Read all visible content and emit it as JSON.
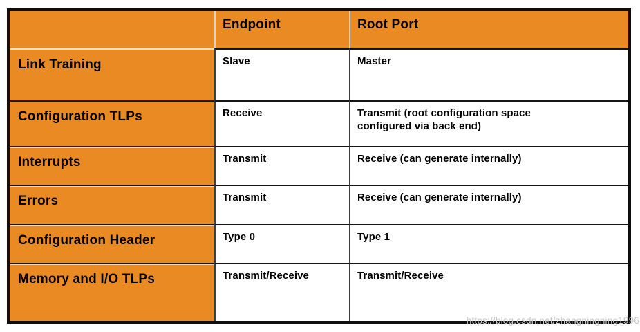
{
  "watermark": "https://blog.csdn.net/zhangningning1996",
  "colors": {
    "accent_orange": "#E98A23",
    "outer_border": "#0e0e0e",
    "body_divider_dark": "#3f3f3f",
    "header_divider_light": "#d8d3cb",
    "header_underline_cream": "#f4e3c3",
    "watermark_gray": "#c9c9c9"
  },
  "table": {
    "columns": [
      {
        "label": ""
      },
      {
        "label": "Endpoint"
      },
      {
        "label": "Root Port"
      }
    ],
    "rows": [
      {
        "label": "Link Training",
        "endpoint": "Slave",
        "root_port": "Master"
      },
      {
        "label": "Configuration TLPs",
        "endpoint": "Receive",
        "root_port": "Transmit (root configuration space configured via back end)"
      },
      {
        "label": "Interrupts",
        "endpoint": "Transmit",
        "root_port": "Receive (can generate internally)"
      },
      {
        "label": "Errors",
        "endpoint": "Transmit",
        "root_port": "Receive (can generate internally)"
      },
      {
        "label": "Configuration Header",
        "endpoint": "Type 0",
        "root_port": "Type 1"
      },
      {
        "label": "Memory and I/O TLPs",
        "endpoint": "Transmit/Receive",
        "root_port": "Transmit/Receive"
      }
    ]
  }
}
